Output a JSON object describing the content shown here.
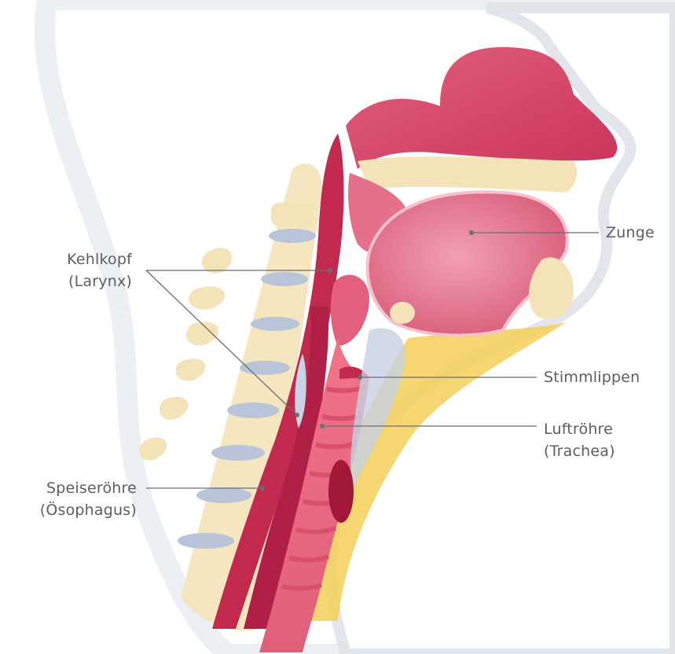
{
  "labels": {
    "larynx": {
      "line1": "Kehlkopf",
      "line2": "(Larynx)"
    },
    "tongue": {
      "line1": "Zunge"
    },
    "vocal_cords": {
      "line1": "Stimmlippen"
    },
    "trachea": {
      "line1": "Luftröhre",
      "line2": "(Trachea)"
    },
    "esophagus": {
      "line1": "Speiseröhre",
      "line2": "(Ösophagus)"
    }
  },
  "colors": {
    "skin_outline": "#dde2e8",
    "tissue_pink": "#e07a92",
    "tissue_deep": "#c2294f",
    "bone": "#f4e3b8",
    "disc": "#b9c4d8",
    "fat": "#f3cf58",
    "leader_line": "#6b6e72",
    "label_text": "#5b5e62"
  }
}
